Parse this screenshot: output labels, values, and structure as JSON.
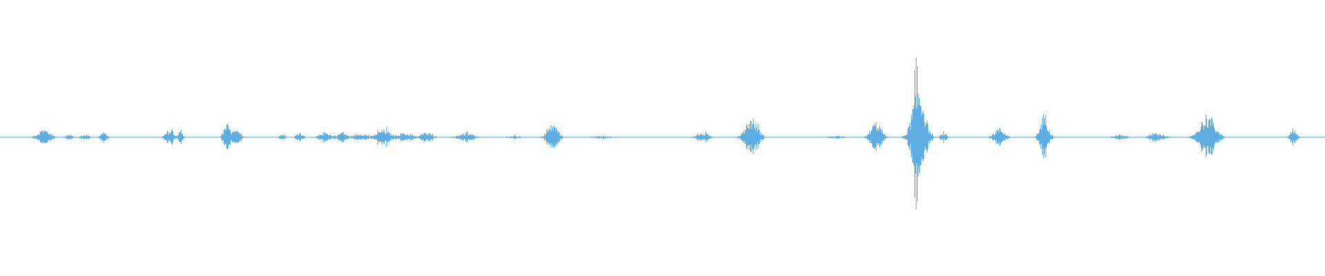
{
  "waveform": {
    "color": "#5dade2",
    "bursts": [
      {
        "t": 0.033,
        "amp": 0.06,
        "spread": 0.006
      },
      {
        "t": 0.052,
        "amp": 0.02,
        "spread": 0.003
      },
      {
        "t": 0.064,
        "amp": 0.02,
        "spread": 0.004
      },
      {
        "t": 0.078,
        "amp": 0.04,
        "spread": 0.003
      },
      {
        "t": 0.128,
        "amp": 0.05,
        "spread": 0.004
      },
      {
        "t": 0.136,
        "amp": 0.05,
        "spread": 0.002
      },
      {
        "t": 0.171,
        "amp": 0.1,
        "spread": 0.003
      },
      {
        "t": 0.178,
        "amp": 0.05,
        "spread": 0.004
      },
      {
        "t": 0.213,
        "amp": 0.02,
        "spread": 0.003
      },
      {
        "t": 0.226,
        "amp": 0.04,
        "spread": 0.003
      },
      {
        "t": 0.245,
        "amp": 0.04,
        "spread": 0.005
      },
      {
        "t": 0.258,
        "amp": 0.04,
        "spread": 0.004
      },
      {
        "t": 0.272,
        "amp": 0.03,
        "spread": 0.006
      },
      {
        "t": 0.289,
        "amp": 0.06,
        "spread": 0.006
      },
      {
        "t": 0.305,
        "amp": 0.03,
        "spread": 0.007
      },
      {
        "t": 0.322,
        "amp": 0.04,
        "spread": 0.005
      },
      {
        "t": 0.351,
        "amp": 0.03,
        "spread": 0.007
      },
      {
        "t": 0.388,
        "amp": 0.01,
        "spread": 0.008
      },
      {
        "t": 0.417,
        "amp": 0.1,
        "spread": 0.005
      },
      {
        "t": 0.455,
        "amp": 0.01,
        "spread": 0.01
      },
      {
        "t": 0.53,
        "amp": 0.03,
        "spread": 0.006
      },
      {
        "t": 0.567,
        "amp": 0.15,
        "spread": 0.006
      },
      {
        "t": 0.63,
        "amp": 0.01,
        "spread": 0.008
      },
      {
        "t": 0.661,
        "amp": 0.12,
        "spread": 0.005
      },
      {
        "t": 0.693,
        "amp": 0.4,
        "spread": 0.006
      },
      {
        "t": 0.712,
        "amp": 0.03,
        "spread": 0.003
      },
      {
        "t": 0.754,
        "amp": 0.07,
        "spread": 0.005
      },
      {
        "t": 0.788,
        "amp": 0.18,
        "spread": 0.004
      },
      {
        "t": 0.845,
        "amp": 0.02,
        "spread": 0.006
      },
      {
        "t": 0.873,
        "amp": 0.03,
        "spread": 0.007
      },
      {
        "t": 0.911,
        "amp": 0.18,
        "spread": 0.007
      },
      {
        "t": 0.976,
        "amp": 0.06,
        "spread": 0.003
      }
    ]
  }
}
